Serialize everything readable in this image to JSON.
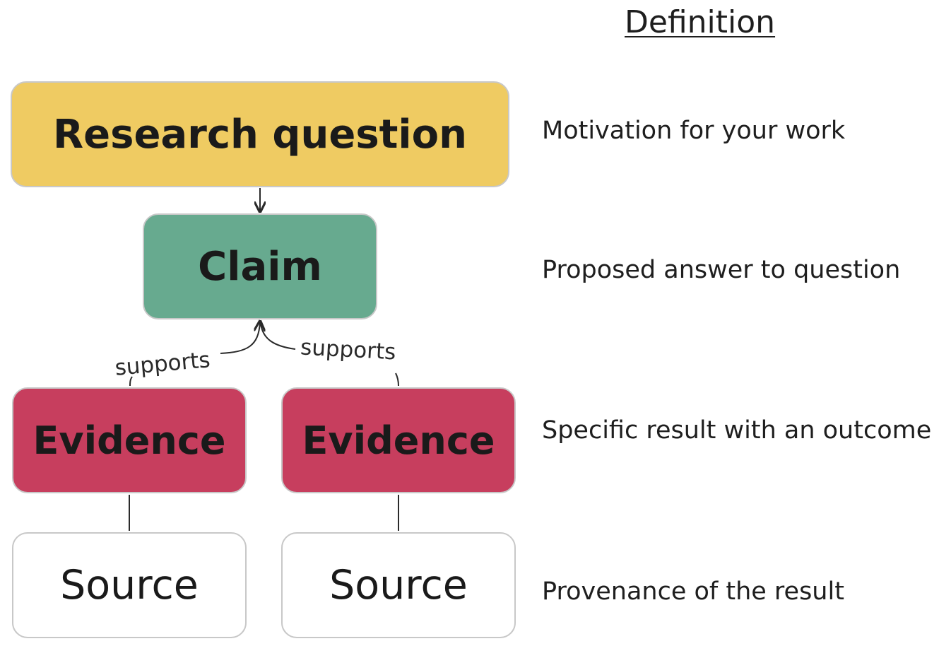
{
  "heading": "Definition",
  "colors": {
    "research_question": "#efcb62",
    "claim": "#67aa8f",
    "evidence": "#c73e5e",
    "source": "#ffffff",
    "border": "#c8c8c8",
    "line": "#2a2a2a"
  },
  "nodes": {
    "research_question": "Research question",
    "claim": "Claim",
    "evidence_left": "Evidence",
    "evidence_right": "Evidence",
    "source_left": "Source",
    "source_right": "Source"
  },
  "edges": {
    "left_label": "supports",
    "right_label": "supports"
  },
  "definitions": {
    "research_question": "Motivation for your work",
    "claim": "Proposed answer to question",
    "evidence": "Specific result with an outcome",
    "source": "Provenance of the result"
  }
}
